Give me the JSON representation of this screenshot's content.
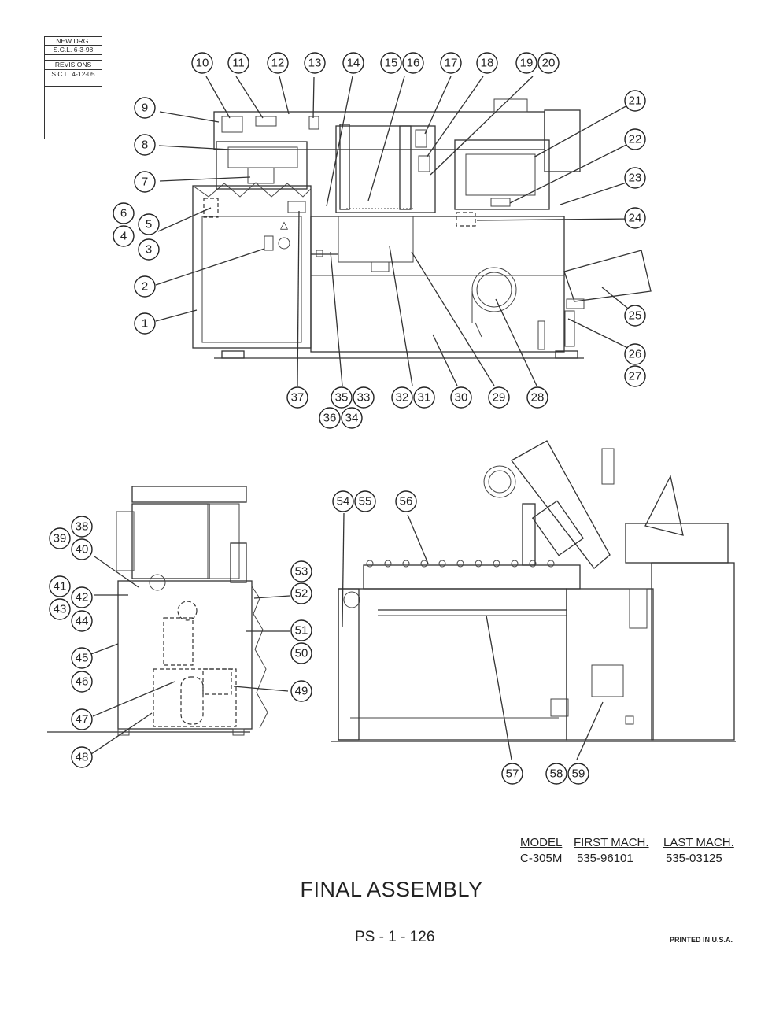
{
  "revision_box": {
    "header": "NEW DRG.",
    "new_drawing": "S.C.L. 6-3-98",
    "revisions_label": "REVISIONS",
    "revision_1": "S.C.L. 4-12-05"
  },
  "title": "FINAL ASSEMBLY",
  "page_number": "PS - 1 - 126",
  "printed": "PRINTED IN U.S.A.",
  "model_table": {
    "headers": [
      "MODEL",
      "FIRST MACH.",
      "LAST MACH."
    ],
    "row": [
      "C-305M",
      "535-96101",
      "535-03125"
    ]
  },
  "callouts": {
    "c1": "1",
    "c2": "2",
    "c3": "3",
    "c4": "4",
    "c5": "5",
    "c6": "6",
    "c7": "7",
    "c8": "8",
    "c9": "9",
    "c10": "10",
    "c11": "11",
    "c12": "12",
    "c13": "13",
    "c14": "14",
    "c15": "15",
    "c16": "16",
    "c17": "17",
    "c18": "18",
    "c19": "19",
    "c20": "20",
    "c21": "21",
    "c22": "22",
    "c23": "23",
    "c24": "24",
    "c25": "25",
    "c26": "26",
    "c27": "27",
    "c28": "28",
    "c29": "29",
    "c30": "30",
    "c31": "31",
    "c32": "32",
    "c33": "33",
    "c34": "34",
    "c35": "35",
    "c36": "36",
    "c37": "37",
    "c38": "38",
    "c39": "39",
    "c40": "40",
    "c41": "41",
    "c42": "42",
    "c43": "43",
    "c44": "44",
    "c45": "45",
    "c46": "46",
    "c47": "47",
    "c48": "48",
    "c49": "49",
    "c50": "50",
    "c51": "51",
    "c52": "52",
    "c53": "53",
    "c54": "54",
    "c55": "55",
    "c56": "56",
    "c57": "57",
    "c58": "58",
    "c59": "59"
  }
}
